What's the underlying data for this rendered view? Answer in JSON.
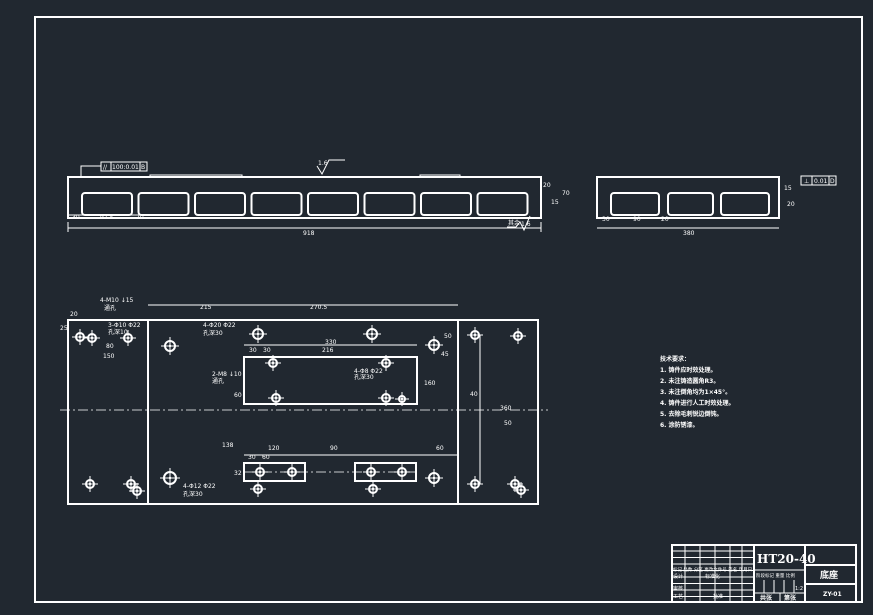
{
  "front_view": {
    "flatness": "//",
    "flatness_value": "100:0.01",
    "datum": "B",
    "roughness_top": "1.6",
    "roughness_bottom": "1.6",
    "other_roughness": "其余",
    "dims": [
      "30",
      "97.5",
      "20",
      "918",
      "20",
      "15",
      "70"
    ]
  },
  "side_view": {
    "perp_symbol": "⊥",
    "perp_value": "0.01",
    "datum": "D",
    "dims": [
      "30",
      "90",
      "20",
      "380",
      "15",
      "20"
    ]
  },
  "plan_view": {
    "dims": [
      "20",
      "25",
      "50",
      "80",
      "150",
      "215",
      "270.5",
      "330",
      "30",
      "30",
      "216",
      "60",
      "160",
      "40",
      "45",
      "50",
      "138",
      "120",
      "30",
      "60",
      "90",
      "60",
      "32",
      "360"
    ],
    "callouts": [
      "4-M10 ↓15",
      "通孔",
      "3-Φ10 Φ22",
      "孔深10",
      "4-Φ20 Φ22",
      "孔深30",
      "2-M8 ↓10",
      "通孔",
      "4-Φ8 Φ22",
      "孔深30",
      "4-Φ12 Φ22",
      "孔深30"
    ]
  },
  "tech_notes": {
    "title": "技术要求：",
    "items": [
      "1. 铸件应时效处理。",
      "2. 未注铸造圆角R3。",
      "3. 未注倒角均为1×45°。",
      "4. 铸件进行人工时效处理。",
      "5. 去除毛刺锐边倒钝。",
      "6. 涂防锈漆。"
    ]
  },
  "title_block": {
    "material": "HT20-40",
    "part_name": "底座",
    "scale_row": "标记 处数 分区 更改文件号 签名 年月日",
    "design": "设计",
    "standard": "标准化",
    "review": "审核",
    "process": "工艺",
    "approve": "批准",
    "stage_row": "阶段标记 重量 比例",
    "scale": "1:2",
    "sheet_total": "共张",
    "sheet_no": "第张",
    "drawing_no": "ZY-01"
  }
}
